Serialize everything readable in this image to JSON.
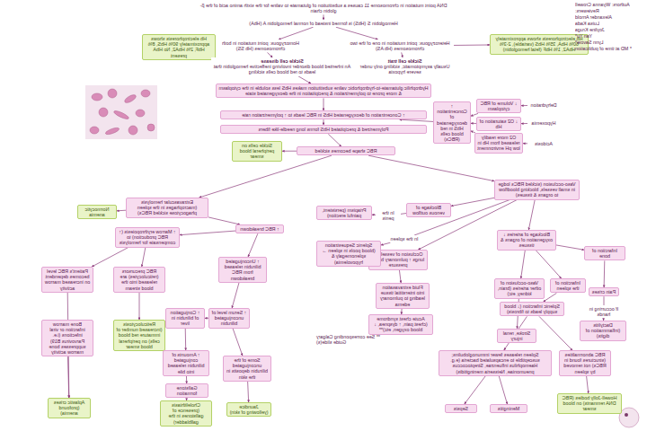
{
  "diagram": {
    "nodes": [
      {
        "text": [
          "DNA point mutation in chromosome 11 causes a substitution of glutamate to valine for the sixth amino acid of the β-globin chain"
        ]
      },
      {
        "text": [
          "Hemoglobin S (HbS) is formed instead of normal hemoglobin A (HbA)"
        ]
      },
      {
        "text": [
          "Heterozygous: point mutation in one of the two chromosomes (Hb AS)"
        ]
      },
      {
        "text": [
          "Hb electrophoresis shows approximately 60% HbA, 35% HbS (variable), 2-3% HbA2, 1% HbF (fetal hemoglobin)"
        ]
      },
      {
        "text": [
          "Homozygous: point mutation in both chromosomes (Hb SS)"
        ]
      },
      {
        "text": [
          "Hb electrophoresis shows approximately 90% HbS, 8% HbF, 2% HbA2, No HbA present"
        ]
      },
      {
        "text": [
          "Sickle cell trait",
          "Usually asymptomatic, sickling only under severe hypoxia"
        ]
      },
      {
        "text": [
          "Sickle cell disease",
          "An inherited blood disorder involving ineffective hemoglobin that leads to red blood cells sickling"
        ]
      },
      {
        "text": [
          "Hydrophilic glutamate-to-hydrophobic valine substitution makes HbS less soluble in the cytoplasm & more prone to polymerization & precipitation in the deoxygenated state"
        ]
      },
      {
        "text": [
          "Dehydration"
        ]
      },
      {
        "text": [
          "↓ Volume of RBC cytoplasm"
        ]
      },
      {
        "text": [
          "Hypoxemia"
        ]
      },
      {
        "text": [
          "↓ O2 saturation of Hb"
        ]
      },
      {
        "text": [
          "Acidosis"
        ]
      },
      {
        "text": [
          "O2 more readily released from Hb in low pH environment"
        ]
      },
      {
        "text": [
          "↑ Concentration of deoxygenated HbS in red blood cells (RBCs)"
        ]
      },
      {
        "text": [
          "↑ Concentration of deoxygenated HbS in RBC leads to ↑ polymerization rate"
        ]
      },
      {
        "text": [
          "Polymerized & precipitated HbS forms long needle-like fibers"
        ]
      },
      {
        "text": [
          "RBC shape becomes sickled"
        ]
      },
      {
        "text": [
          "Sickle cells on peripheral blood smear"
        ]
      },
      {
        "text": [
          "Vaso-occlusion (sickled RBCs lodge in small vessels, blocking bloodflow to organs & tissues)"
        ]
      },
      {
        "text": [
          "Extravascular hemolysis (macrophages in the spleen phagocytose sickled RBCs)"
        ]
      },
      {
        "text": [
          "Normocytic anemia"
        ]
      },
      {
        "text": [
          "Blockage of venous outflow"
        ]
      },
      {
        "text": [
          "In the penis"
        ]
      },
      {
        "text": [
          "Priapism (persistent, painful erection)"
        ]
      },
      {
        "text": [
          "Blockage of arteries ↓ oxygenation of organs & tissues"
        ]
      },
      {
        "text": [
          "Occlusion of vessels in lungs ↑ pulmonary blood pressure"
        ]
      },
      {
        "text": [
          "In the spleen"
        ]
      },
      {
        "text": [
          "Splenic Sequestration (blood pools in spleen → splenomegaly & hypovolemia)"
        ]
      },
      {
        "text": [
          "Fluid extravasation into interstitial tissue leading to pulmonary edema"
        ]
      },
      {
        "text": [
          "Acute chest syndrome (chest pain, ↑ dyspnea, ↓ blood oxygen, etc)**"
        ]
      },
      {
        "text": [
          "Infarction of bone"
        ]
      },
      {
        "text": [
          "Pain crises"
        ]
      },
      {
        "text": [
          "If occurring in hands"
        ]
      },
      {
        "text": [
          "Dactylitis (inflammation of digits)"
        ]
      },
      {
        "text": [
          "Infarction of the spleen"
        ]
      },
      {
        "text": [
          "Vaso-occlusion of other arteries (brain, kidney, etc)"
        ]
      },
      {
        "text": [
          "Splenic infarction (↓ blood supply leads to fibrosis)"
        ]
      },
      {
        "text": [
          "Stroke, renal injury"
        ]
      },
      {
        "text": [
          "RBC abnormalities (structures found in RBCs) not removed by spleen"
        ]
      },
      {
        "text": [
          "Spleen releases fewer immunoglobulins; susceptible to encapsulated bacteria (e.g. Haemophilus influenzae, Streptococcus pneumoniae, Neisseria meningitidis)"
        ]
      },
      {
        "text": [
          "Howell-Jolly bodies (RBC DNA remnants) on blood smear"
        ]
      },
      {
        "text": [
          "Meningitis"
        ]
      },
      {
        "text": [
          "Sepsis"
        ]
      },
      {
        "text": [
          "↑ RBC breakdown"
        ]
      },
      {
        "text": [
          "↑ Marrow erythropoiesis (↑ RBC production) to compensate for hemolysis"
        ]
      },
      {
        "text": [
          "Patient's RBC level becomes dependent on increased marrow activity"
        ]
      },
      {
        "text": [
          "RBC precursors (reticulocytes) are released into the blood stream"
        ]
      },
      {
        "text": [
          "Reticulocytosis (increased number of immature red blood cells) on peripheral blood smear"
        ]
      },
      {
        "text": [
          "Bone marrow infarction or viral infections (i.e. Parvovirus B19) suppresses bone marrow activity"
        ]
      },
      {
        "text": [
          "Aplastic crises (profound anemia)"
        ]
      },
      {
        "text": [
          "↑ Unconjugated bilirubin released from RBC breakdown"
        ]
      },
      {
        "text": [
          "↑ Serum level of unconjugated bilirubin"
        ]
      },
      {
        "text": [
          "↑ Conjugation of bilirubin in liver"
        ]
      },
      {
        "text": [
          "Some of the unconjugated bilirubin deposits in the skin"
        ]
      },
      {
        "text": [
          "Jaundice (yellowing of skin)"
        ]
      },
      {
        "text": [
          "↑ Amounts of conjugated bilirubin released into bile"
        ]
      },
      {
        "text": [
          "Gallstone formation"
        ]
      },
      {
        "text": [
          "Cholelithiasis (presence of gallstones in the gallbladder)"
        ]
      }
    ],
    "edges": [
      {
        "from": 0,
        "to": 1,
        "arrow": "to"
      },
      {
        "from": 1,
        "to": 2,
        "arrow": "to"
      },
      {
        "from": 1,
        "to": 4,
        "arrow": "to"
      },
      {
        "from": 2,
        "to": 3,
        "arrow": "to"
      },
      {
        "from": 2,
        "to": 6,
        "arrow": "to"
      },
      {
        "from": 4,
        "to": 5,
        "arrow": "to"
      },
      {
        "from": 4,
        "to": 7,
        "arrow": "to"
      },
      {
        "from": 7,
        "to": 8,
        "arrow": "to"
      },
      {
        "from": 8,
        "to": 16,
        "arrow": "to"
      },
      {
        "from": 9,
        "to": 10,
        "arrow": "to"
      },
      {
        "from": 10,
        "to": 15,
        "arrow": "to"
      },
      {
        "from": 11,
        "to": 12,
        "arrow": "to"
      },
      {
        "from": 12,
        "to": 15,
        "arrow": "to"
      },
      {
        "from": 13,
        "to": 14,
        "arrow": "to"
      },
      {
        "from": 14,
        "to": 15,
        "arrow": "to"
      },
      {
        "from": 15,
        "to": 16,
        "arrow": "to"
      },
      {
        "from": 16,
        "to": 17,
        "arrow": "to"
      },
      {
        "from": 17,
        "to": 18,
        "arrow": "to"
      },
      {
        "from": 18,
        "to": 19,
        "arrow": "to"
      },
      {
        "from": 18,
        "to": 20,
        "arrow": "to"
      },
      {
        "from": 18,
        "to": 21,
        "arrow": "to"
      },
      {
        "from": 21,
        "to": 22,
        "arrow": "to"
      },
      {
        "from": 20,
        "to": 23,
        "arrow": "to"
      },
      {
        "from": 23,
        "to": 24,
        "arrow": "none"
      },
      {
        "from": 24,
        "to": 25,
        "arrow": "to"
      },
      {
        "from": 20,
        "to": 26,
        "arrow": "to"
      },
      {
        "from": 20,
        "to": 27,
        "arrow": "to"
      },
      {
        "from": 20,
        "to": 28,
        "arrow": "none"
      },
      {
        "from": 28,
        "to": 29,
        "arrow": "to"
      },
      {
        "from": 27,
        "to": 30,
        "arrow": "to"
      },
      {
        "from": 30,
        "to": 31,
        "arrow": "to"
      },
      {
        "from": 26,
        "to": 32,
        "arrow": "to"
      },
      {
        "from": 26,
        "to": 36,
        "arrow": "to"
      },
      {
        "from": 26,
        "to": 37,
        "arrow": "to"
      },
      {
        "from": 32,
        "to": 33,
        "arrow": "to"
      },
      {
        "from": 33,
        "to": 34,
        "arrow": "none"
      },
      {
        "from": 34,
        "to": 35,
        "arrow": "to"
      },
      {
        "from": 36,
        "to": 38,
        "arrow": "to"
      },
      {
        "from": 37,
        "to": 39,
        "arrow": "to"
      },
      {
        "from": 38,
        "to": 40,
        "arrow": "to"
      },
      {
        "from": 38,
        "to": 41,
        "arrow": "to"
      },
      {
        "from": 40,
        "to": 42,
        "arrow": "to"
      },
      {
        "from": 41,
        "to": 43,
        "arrow": "to"
      },
      {
        "from": 41,
        "to": 44,
        "arrow": "to"
      },
      {
        "from": 21,
        "to": 45,
        "arrow": "to"
      },
      {
        "from": 45,
        "to": 46,
        "arrow": "to"
      },
      {
        "from": 45,
        "to": 52,
        "arrow": "to"
      },
      {
        "from": 46,
        "to": 47,
        "arrow": "to"
      },
      {
        "from": 46,
        "to": 48,
        "arrow": "to"
      },
      {
        "from": 48,
        "to": 49,
        "arrow": "to"
      },
      {
        "from": 47,
        "to": 51,
        "arrow": "to"
      },
      {
        "from": 50,
        "to": 51,
        "arrow": "to"
      },
      {
        "from": 52,
        "to": 53,
        "arrow": "to"
      },
      {
        "from": 53,
        "to": 54,
        "arrow": "to"
      },
      {
        "from": 53,
        "to": 55,
        "arrow": "to"
      },
      {
        "from": 55,
        "to": 56,
        "arrow": "to"
      },
      {
        "from": 54,
        "to": 57,
        "arrow": "to"
      },
      {
        "from": 57,
        "to": 58,
        "arrow": "to"
      },
      {
        "from": 58,
        "to": 59,
        "arrow": "to"
      }
    ],
    "labels": [
      "Authors: Wyanna Crowell",
      "Reviewers:",
      "Alexander Arnold",
      "Luisa Kada",
      "Joyline Kruga",
      "Yan Yu*",
      "Lynn Savoie*",
      "* MD at time of publication",
      "** See corresponding Calgary Guide slide(s)"
    ]
  }
}
